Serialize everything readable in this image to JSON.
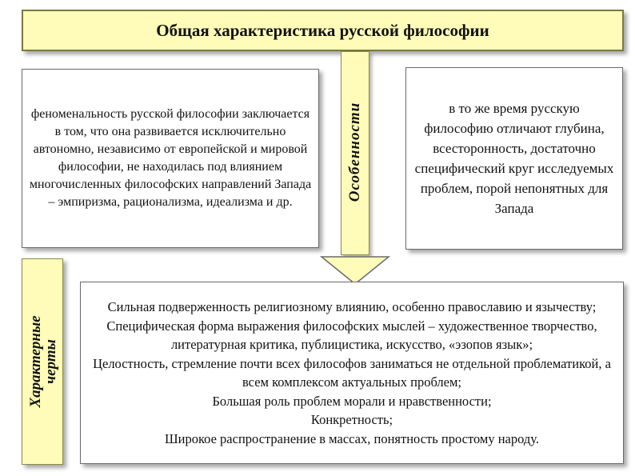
{
  "title": "Общая характеристика русской философии",
  "center_label": "Особенности",
  "side_label": "Характерные черты",
  "left_text": "феноменальность русской философии заключается в том, что она развивается исключительно автономно, независимо от европейской и мировой философии, не находилась под влиянием многочисленных философских направлений Запада – эмпиризма, рационализма, идеализма и др.",
  "right_text": "в то же время русскую философию отличают глубина, всесторонность, достаточно специфический круг исследуемых проблем, порой непонятных для Запада",
  "traits": [
    "Сильная подверженность религиозному влиянию, особенно православию и язычеству;",
    "Специфическая форма выражения философских мыслей – художественное творчество, литературная критика, публицистика, искусство, «эзопов язык»;",
    "Целостность, стремление почти всех философов заниматься не отдельной проблематикой, а всем комплексом актуальных проблем;",
    "Большая роль проблем морали и нравственности;",
    "Конкретность;",
    "Широкое распространение в массах, понятность простому народу."
  ],
  "colors": {
    "header_fill": "#fefcb8",
    "box_fill": "#ffffff",
    "arrow_fill": "#fefcb8",
    "border": "#6b6b6b"
  }
}
